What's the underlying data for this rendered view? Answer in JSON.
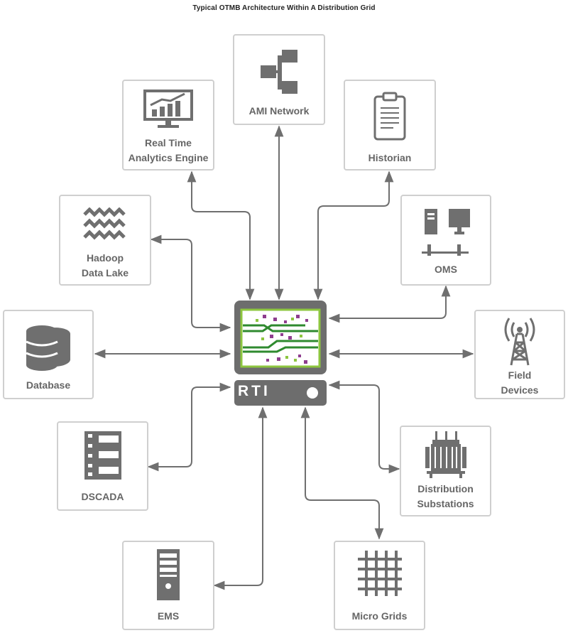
{
  "title": "Typical OTMB Architecture Within A Distribution Grid",
  "hub": {
    "label": "RTI"
  },
  "nodes": {
    "ami": {
      "line1": "AMI Network",
      "icon": "hierarchy-icon"
    },
    "analytics": {
      "line1": "Real Time",
      "line2": "Analytics Engine",
      "icon": "monitor-chart-icon"
    },
    "historian": {
      "line1": "Historian",
      "icon": "clipboard-icon"
    },
    "hadoop": {
      "line1": "Hadoop",
      "line2": "Data Lake",
      "icon": "wave-icon"
    },
    "oms": {
      "line1": "OMS",
      "icon": "network-computers-icon"
    },
    "database": {
      "line1": "Database",
      "icon": "database-icon"
    },
    "field": {
      "line1": "Field",
      "line2": "Devices",
      "icon": "antenna-tower-icon"
    },
    "dscada": {
      "line1": "DSCADA",
      "icon": "server-rack-icon"
    },
    "substations": {
      "line1": "Distribution",
      "line2": "Substations",
      "icon": "transformer-icon"
    },
    "ems": {
      "line1": "EMS",
      "icon": "tower-server-icon"
    },
    "microgrids": {
      "line1": "Micro Grids",
      "icon": "grid-icon"
    }
  },
  "colors": {
    "icon": "#6f6f6f",
    "border": "#cfcfcf",
    "label": "#666666",
    "accent": "#8dc63f",
    "purple": "#8e3d8e"
  }
}
